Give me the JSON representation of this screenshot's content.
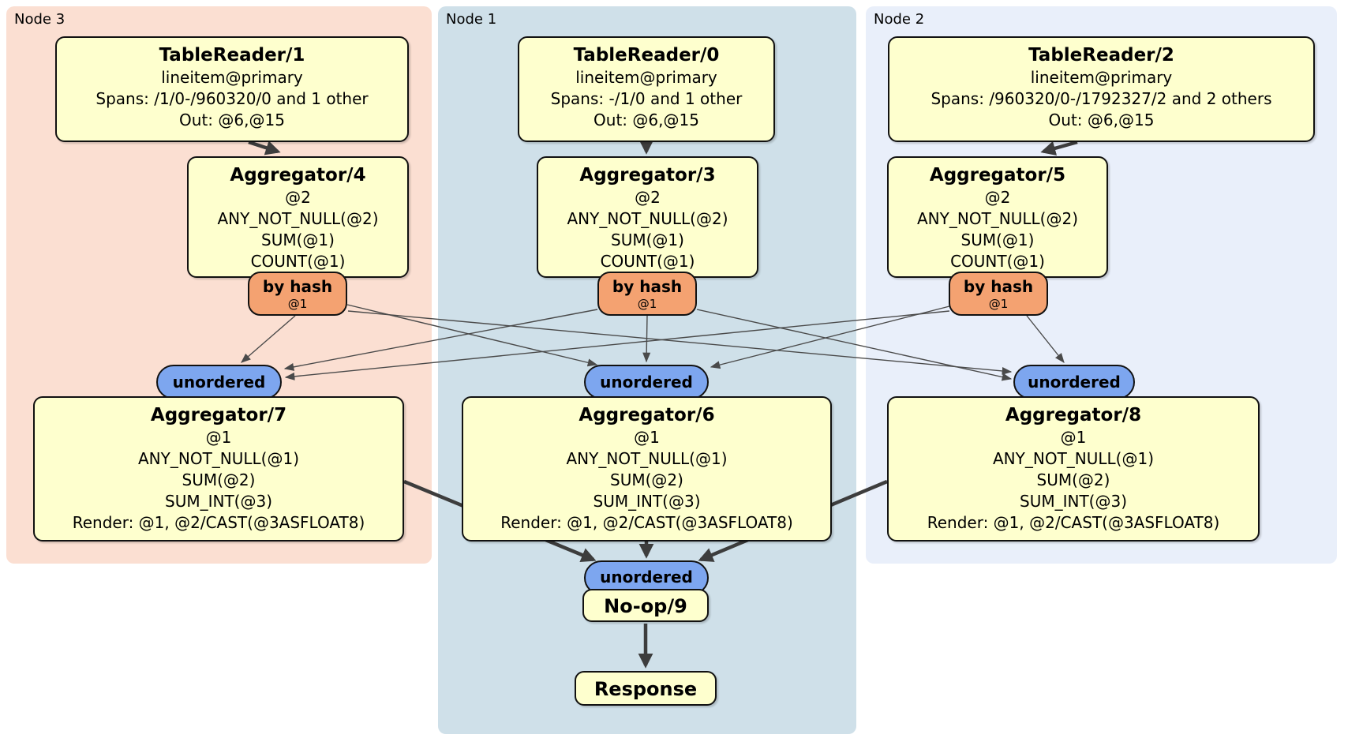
{
  "regions": {
    "node3": {
      "label": "Node 3"
    },
    "node1": {
      "label": "Node 1"
    },
    "node2": {
      "label": "Node 2"
    }
  },
  "processors": {
    "tablereader1": {
      "title": "TableReader/1",
      "lines": [
        "lineitem@primary",
        "Spans: /1/0-/960320/0 and 1 other",
        "Out: @6,@15"
      ]
    },
    "tablereader0": {
      "title": "TableReader/0",
      "lines": [
        "lineitem@primary",
        "Spans: -/1/0 and 1 other",
        "Out: @6,@15"
      ]
    },
    "tablereader2": {
      "title": "TableReader/2",
      "lines": [
        "lineitem@primary",
        "Spans: /960320/0-/1792327/2 and 2 others",
        "Out: @6,@15"
      ]
    },
    "aggregator4": {
      "title": "Aggregator/4",
      "lines": [
        "@2",
        "ANY_NOT_NULL(@2)",
        "SUM(@1)",
        "COUNT(@1)"
      ]
    },
    "aggregator3": {
      "title": "Aggregator/3",
      "lines": [
        "@2",
        "ANY_NOT_NULL(@2)",
        "SUM(@1)",
        "COUNT(@1)"
      ]
    },
    "aggregator5": {
      "title": "Aggregator/5",
      "lines": [
        "@2",
        "ANY_NOT_NULL(@2)",
        "SUM(@1)",
        "COUNT(@1)"
      ]
    },
    "aggregator7": {
      "title": "Aggregator/7",
      "lines": [
        "@1",
        "ANY_NOT_NULL(@1)",
        "SUM(@2)",
        "SUM_INT(@3)",
        "Render: @1, @2/CAST(@3ASFLOAT8)"
      ]
    },
    "aggregator6": {
      "title": "Aggregator/6",
      "lines": [
        "@1",
        "ANY_NOT_NULL(@1)",
        "SUM(@2)",
        "SUM_INT(@3)",
        "Render: @1, @2/CAST(@3ASFLOAT8)"
      ]
    },
    "aggregator8": {
      "title": "Aggregator/8",
      "lines": [
        "@1",
        "ANY_NOT_NULL(@1)",
        "SUM(@2)",
        "SUM_INT(@3)",
        "Render: @1, @2/CAST(@3ASFLOAT8)"
      ]
    },
    "noop": {
      "title": "No-op/9"
    },
    "response": {
      "title": "Response"
    }
  },
  "router": {
    "label": "by hash",
    "detail": "@1"
  },
  "stream": {
    "unordered": "unordered"
  },
  "colors": {
    "node3_bg": "#fbdfd2",
    "node1_bg": "#cfe0e9",
    "node2_bg": "#e9effa",
    "processor_fill": "#feffce",
    "router_fill": "#f4a271",
    "stream_fill": "#7da6ef",
    "edge": "#3d3d3d"
  }
}
